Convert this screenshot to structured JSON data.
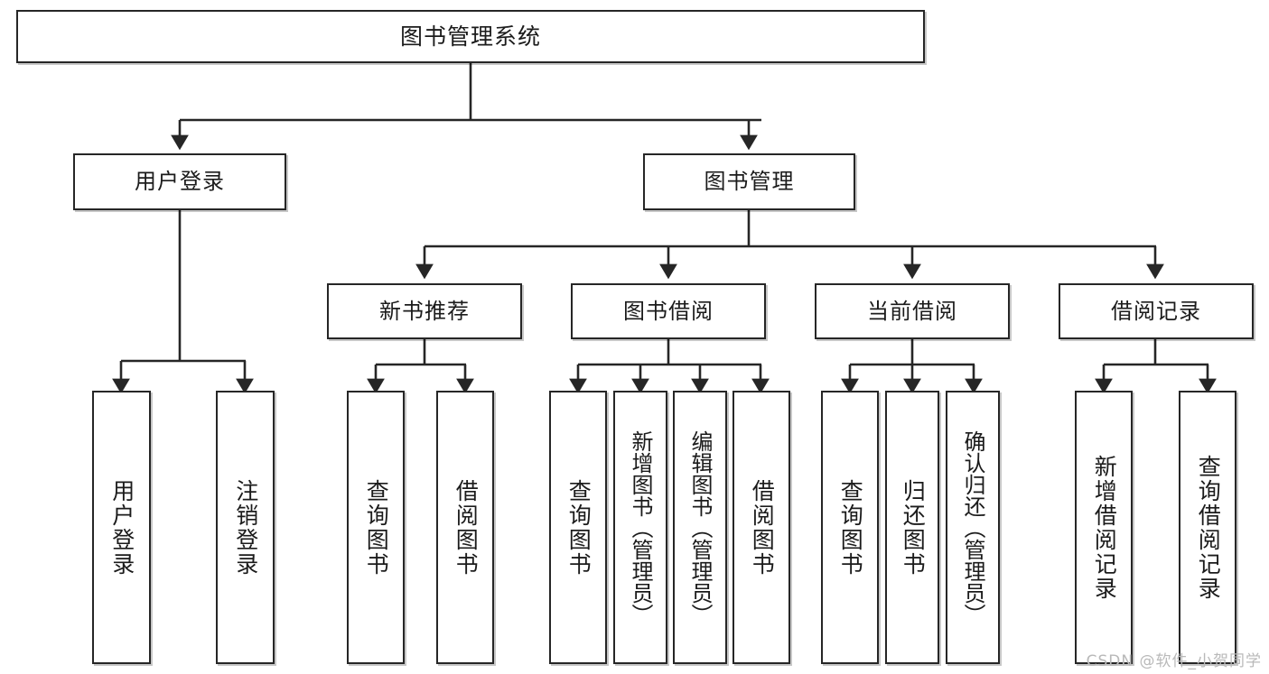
{
  "diagram": {
    "title": "图书管理系统",
    "type": "tree-structure-chart",
    "watermark": "CSDN @软件_小贺同学"
  },
  "root": {
    "label": "图书管理系统"
  },
  "level2": [
    {
      "label": "用户登录"
    },
    {
      "label": "图书管理"
    }
  ],
  "level3": [
    {
      "label": "新书推荐"
    },
    {
      "label": "图书借阅"
    },
    {
      "label": "当前借阅"
    },
    {
      "label": "借阅记录"
    }
  ],
  "leaves": {
    "user_login": [
      {
        "label": "用户登录"
      },
      {
        "label": "注销登录"
      }
    ],
    "new_book_recommend": [
      {
        "label": "查询图书"
      },
      {
        "label": "借阅图书"
      }
    ],
    "book_borrow": [
      {
        "label": "查询图书"
      },
      {
        "label": "新增图书（管理员）"
      },
      {
        "label": "编辑图书（管理员）"
      },
      {
        "label": "借阅图书"
      }
    ],
    "current_borrow": [
      {
        "label": "查询图书"
      },
      {
        "label": "归还图书"
      },
      {
        "label": "确认归还（管理员）"
      }
    ],
    "borrow_record": [
      {
        "label": "新增借阅记录"
      },
      {
        "label": "查询借阅记录"
      }
    ]
  },
  "colors": {
    "stroke": "#262626",
    "fill": "#ffffff",
    "text": "#1b1b1b",
    "watermark": "#b9b9b9"
  }
}
